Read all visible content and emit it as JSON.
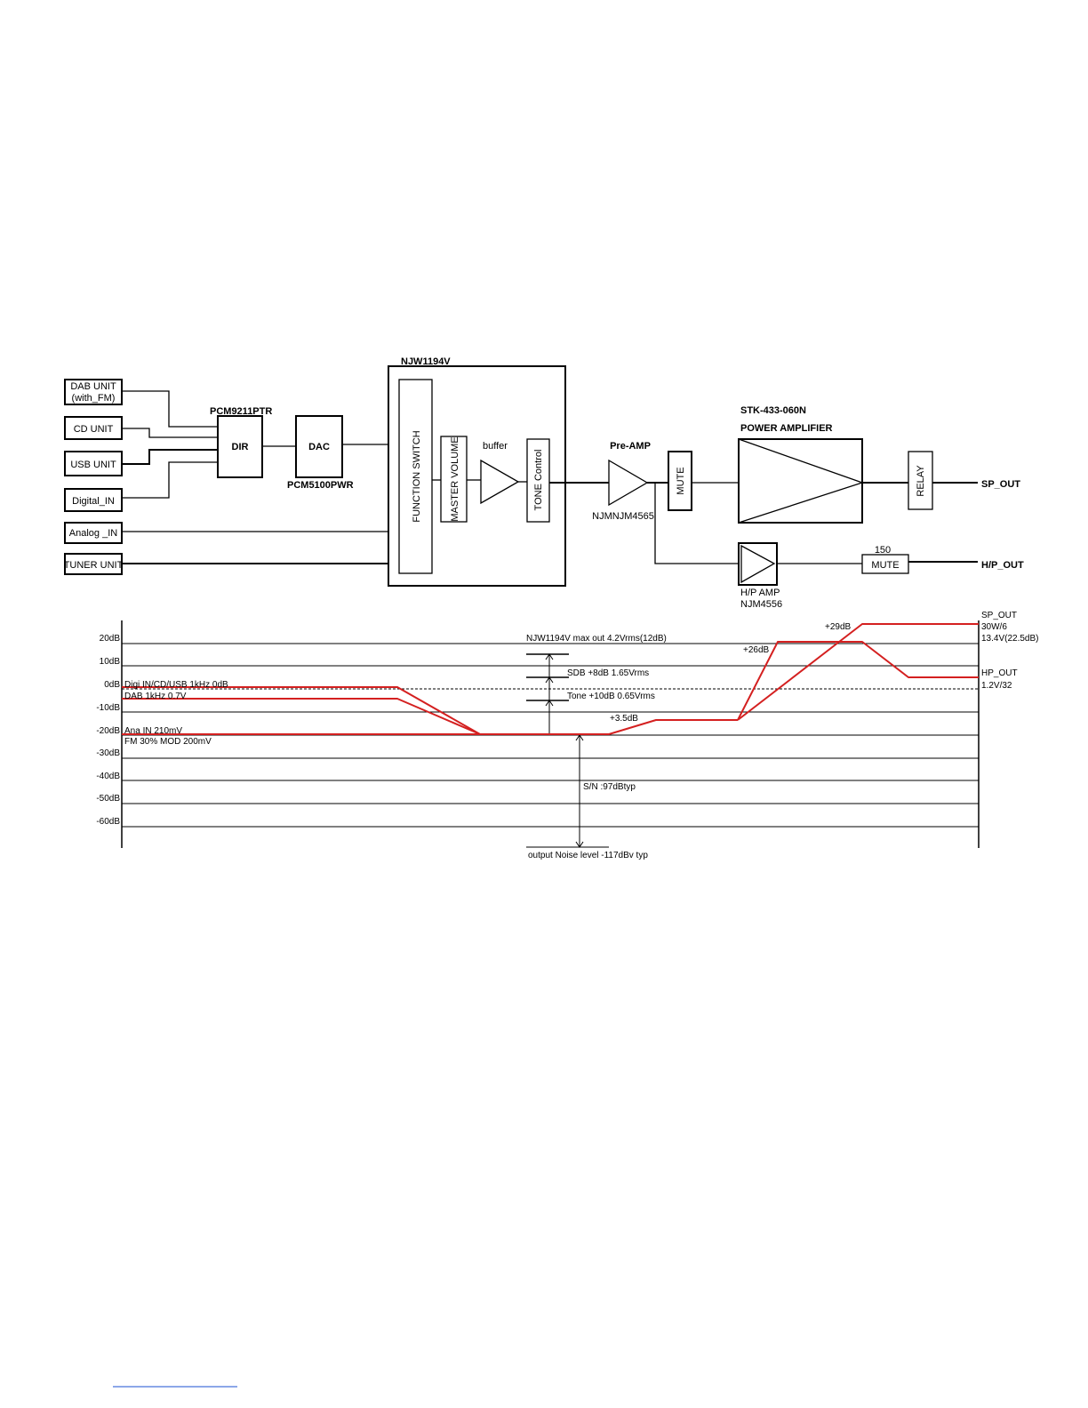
{
  "inputs": {
    "dab_line1": "DAB UNIT",
    "dab_line2": "(with_FM)",
    "cd": "CD UNIT",
    "usb": "USB UNIT",
    "digital": "Digital_IN",
    "analog": "Analog _IN",
    "tuner": "TUNER UNIT"
  },
  "chips": {
    "dir_part": "PCM9211PTR",
    "dir": "DIR",
    "dac": "DAC",
    "dac_part": "PCM5100PWR",
    "volume_ic": "NJW1194V",
    "function_switch": "FUNCTION SWITCH",
    "master_volume": "MASTER VOLUME",
    "buffer": "buffer",
    "tone_control": "TONE Control",
    "preamp": "Pre-AMP",
    "preamp_part": "NJMNJM4565",
    "mute": "MUTE",
    "power_amp_part": "STK-433-060N",
    "power_amp": "POWER AMPLIFIER",
    "relay": "RELAY",
    "hp_resistor": "150",
    "hp_mute": "MUTE",
    "hp_amp": "H/P AMP",
    "hp_amp_part": "NJM4556"
  },
  "outputs": {
    "sp": "SP_OUT",
    "hp": "H/P_OUT"
  },
  "level_diagram": {
    "y_ticks": [
      "20dB",
      "10dB",
      "0dB",
      "-10dB",
      "-20dB",
      "-30dB",
      "-40dB",
      "-50dB",
      "-60dB"
    ],
    "src_digi": "Digi IN/CD/USB 1kHz 0dB",
    "src_dab": "DAB 1kHz 0.7V",
    "src_ana": "Ana IN 210mV",
    "src_fm": "FM 30% MOD 200mV",
    "max_out": "NJW1194V max out 4.2Vrms(12dB)",
    "sdb": "SDB +8dB 1.65Vrms",
    "tone": "Tone +10dB 0.65Vrms",
    "gain_pre": "+3.5dB",
    "gain_hp": "+26dB",
    "gain_sp": "+29dB",
    "sn": "S/N :97dBtyp",
    "noise": "output Noise level -117dBv typ",
    "sp_out": "SP_OUT",
    "sp_power": "30W/6",
    "sp_level": "13.4V(22.5dB)",
    "hp_out": "HP_OUT",
    "hp_level": "1.2V/32",
    "trace_color": "#d42020"
  }
}
